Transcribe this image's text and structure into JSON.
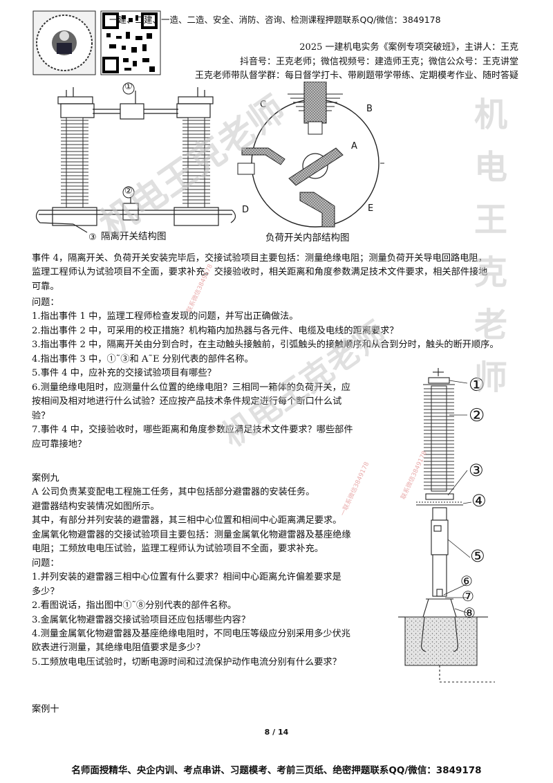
{
  "header": {
    "banner": "一建、二建、一造、二造、安全、消防、咨询、检测课程押题联系QQ/微信：3849178",
    "course_line": "2025 一建机电实务《案例专项突破班》，主讲人：王克",
    "social_line": "抖音号：王克老师；微信视频号：建造师王克；微信公众号：王克讲堂",
    "group_line": "王克老师带队督学群：每日督学打卡、带刷题带学带练、定期模考作业、随时答疑"
  },
  "figures": {
    "isolator_caption": "隔离开关结构图",
    "isolator_labels": [
      "①",
      "②",
      "③"
    ],
    "loadswitch_caption": "负荷开关内部结构图",
    "loadswitch_labels": [
      "A",
      "B",
      "C",
      "D",
      "E"
    ],
    "arrester_labels": [
      "①",
      "②",
      "③",
      "④",
      "⑤",
      "⑥",
      "⑦",
      "⑧"
    ]
  },
  "event4": {
    "lines": [
      "事件 4，隔离开关、负荷开关安装完毕后，交接试验项目主要包括：测量绝缘电阻；测量负荷开关导电回路电阻，",
      "监理工程师认为试验项目不全面，要求补充。交接验收时，相关距离和角度参数满足技术文件要求，相关部件接地",
      "可靠。"
    ]
  },
  "questions1": {
    "heading": "问题：",
    "items": [
      "1.指出事件 1 中，监理工程师检查发现的问题，并写出正确做法。",
      "2.指出事件 2 中，可采用的校正措施？机构箱内加热器与各元件、电缆及电线的距离要求？",
      "3.指出事件 2 中，隔离开关由分到合时，在主动触头接触前，引弧触头的接触顺序和从合到分时，触头的断开顺序。",
      "4.指出事件 3 中，①˜③和 A˜E 分别代表的部件名称。",
      "5.事件 4 中，应补充的交接试验项目有哪些？",
      "6.测量绝缘电阻时，应测量什么位置的绝缘电阻？三相同一箱体的负荷开关，应",
      "按相间及相对地进行什么试验？还应按产品技术条件规定进行每个断口什么试",
      "验？",
      "7.事件 4 中，交接验收时，哪些距离和角度参数应满足技术文件要求？哪些部件",
      "应可靠接地？"
    ]
  },
  "case9": {
    "title": "案例九",
    "lines": [
      "A 公司负责某变配电工程施工任务，其中包括部分避雷器的安装任务。",
      "避雷器结构安装情况如图所示。",
      "其中，有部分并列安装的避雷器，其三相中心位置和相间中心距离满足要求。",
      "金属氧化物避雷器的交接试验项目主要包括：测量金属氧化物避雷器及基座绝缘",
      "电阻；工频放电电压试验，监理工程师认为试验项目不全面，要求补充。"
    ],
    "heading": "问题：",
    "items": [
      "1.并列安装的避雷器三相中心位置有什么要求？相间中心距离允许偏差要求是",
      "多少？",
      "2.看图说话，指出图中①˜⑧分别代表的部件名称。",
      "3.金属氧化物避雷器交接试验项目还应包括哪些内容？",
      "4.测量金属氧化物避雷器及基座绝缘电阻时，不同电压等级应分别采用多少伏兆",
      "欧表进行测量，其绝缘电阻值要求是多少？",
      "5.工频放电电压试验时，切断电源时间和过流保护动作电流分别有什么要求？"
    ]
  },
  "case10": {
    "title": "案例十"
  },
  "page_number": "8 / 14",
  "footer": "名师面授精华、央企内训、考点串讲、习题模考、考前三页纸、绝密押题联系QQ/微信：3849178",
  "watermarks": [
    "机电王克老师",
    "机电王克老师",
    "机电王克老师",
    "联系微信3849178",
    "联系微信3849178",
    "一联系微信3849178"
  ]
}
